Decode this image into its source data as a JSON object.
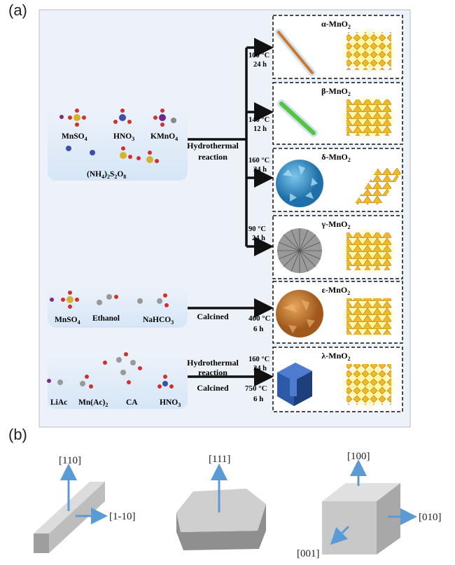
{
  "panel_a": {
    "label": "(a)",
    "groups": [
      {
        "reagents": [
          "MnSO",
          "HNO",
          "KMnO",
          "(NH",
          ")",
          "S",
          "O"
        ],
        "sub": [
          "4",
          "3",
          "4",
          "4",
          "2",
          "2",
          "8"
        ],
        "process": [
          "Hydrothermal",
          "reaction"
        ]
      },
      {
        "reagents": [
          "MnSO",
          "Ethanol",
          "NaHCO"
        ],
        "sub": [
          "4",
          "3"
        ],
        "process": [
          "Calcined"
        ]
      },
      {
        "reagents": [
          "LiAc",
          "Mn(Ac)",
          "CA",
          "HNO"
        ],
        "sub": [
          "2",
          "3"
        ],
        "process": [
          "Hydrothermal",
          "reaction",
          "Calcined"
        ]
      }
    ],
    "products": [
      {
        "name": "α-MnO",
        "sub": "2",
        "cond": [
          "100 °C",
          "24 h"
        ],
        "morph": "rod-orange"
      },
      {
        "name": "β-MnO",
        "sub": "2",
        "cond": [
          "140 °C",
          "12 h"
        ],
        "morph": "rod-green"
      },
      {
        "name": "δ-MnO",
        "sub": "2",
        "cond": [
          "160 °C",
          "24 h"
        ],
        "morph": "flower-blue"
      },
      {
        "name": "γ-MnO",
        "sub": "2",
        "cond": [
          "90 °C",
          "24 h"
        ],
        "morph": "urchin-gray"
      },
      {
        "name": "ε-MnO",
        "sub": "2",
        "cond": [
          "400 °C",
          "6 h"
        ],
        "morph": "sphere-orange"
      },
      {
        "name": "λ-MnO",
        "sub": "2",
        "cond": [
          "160 °C",
          "24 h",
          "750 °C",
          "6 h"
        ],
        "morph": "cube-blue"
      }
    ]
  },
  "panel_b": {
    "label": "(b)",
    "rod": {
      "up": "[110]",
      "side": "[1-10]"
    },
    "plate": {
      "up": "[111]"
    },
    "cube": {
      "up": "[100]",
      "right": "[010]",
      "front": "[001]"
    }
  },
  "colors": {
    "arrow_blue": "#5b9bd5",
    "crystal_gold": "#f2b829",
    "glow": "#fff27a",
    "panel_bg": "#e8eef7"
  }
}
